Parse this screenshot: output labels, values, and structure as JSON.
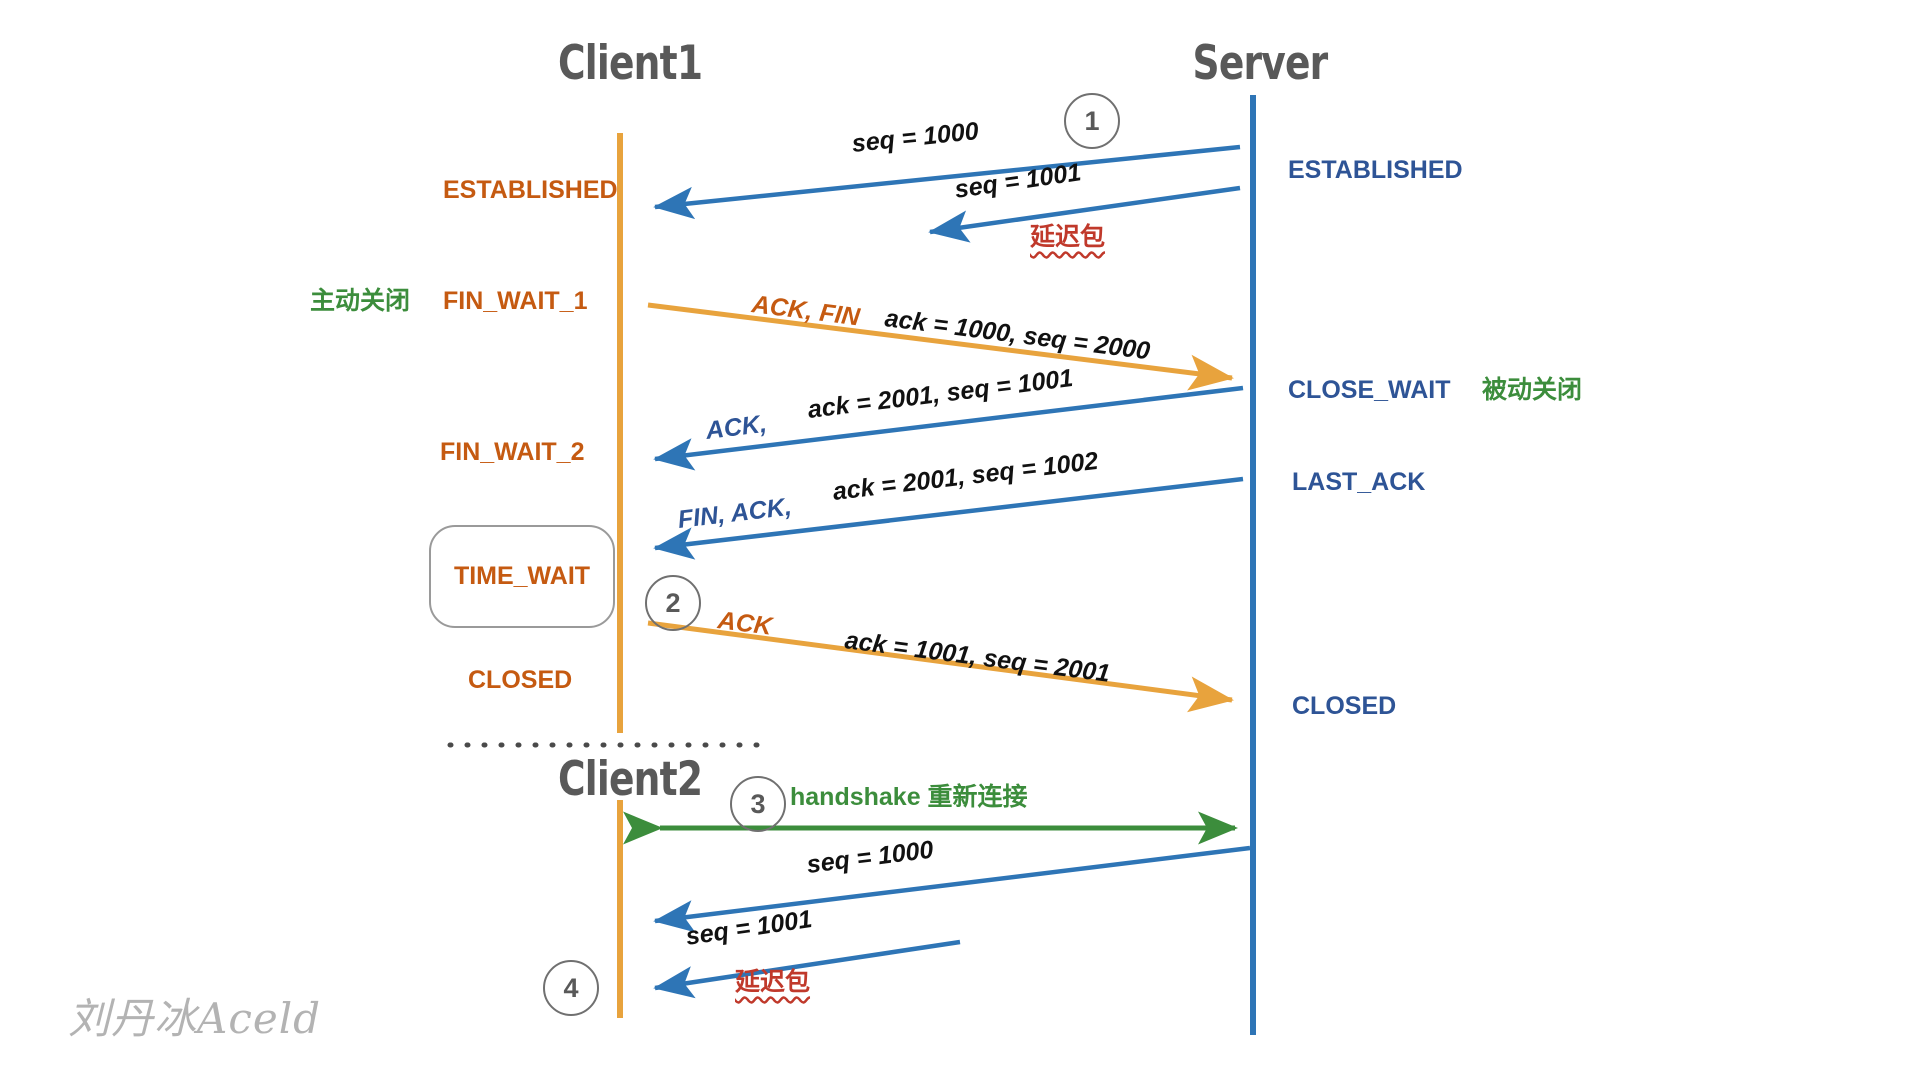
{
  "diagram": {
    "title_client1": "Client1",
    "title_server": "Server",
    "title_client2": "Client2",
    "watermark": "刘丹冰Aceld"
  },
  "colors": {
    "client_lifeline": "#E8A33D",
    "server_lifeline": "#2E75B6",
    "blue_arrow": "#2E75B6",
    "orange_arrow": "#E8A33D",
    "green_arrow": "#3C8D3C",
    "state_orange": "#C55A11",
    "state_blue": "#2E5496",
    "chinese_green": "#3C8D3C",
    "chinese_red": "#C0392B",
    "title_gray": "#595959"
  },
  "step_markers": [
    {
      "id": "step-1",
      "label": "1"
    },
    {
      "id": "step-2",
      "label": "2"
    },
    {
      "id": "step-3",
      "label": "3"
    },
    {
      "id": "step-4",
      "label": "4"
    }
  ],
  "client_states": [
    {
      "id": "client-established",
      "label": "ESTABLISHED"
    },
    {
      "id": "client-fin-wait-1",
      "label": "FIN_WAIT_1"
    },
    {
      "id": "client-fin-wait-2",
      "label": "FIN_WAIT_2"
    },
    {
      "id": "client-time-wait",
      "label": "TIME_WAIT"
    },
    {
      "id": "client-closed",
      "label": "CLOSED"
    }
  ],
  "server_states": [
    {
      "id": "server-established",
      "label": "ESTABLISHED"
    },
    {
      "id": "server-close-wait",
      "label": "CLOSE_WAIT"
    },
    {
      "id": "server-last-ack",
      "label": "LAST_ACK"
    },
    {
      "id": "server-closed",
      "label": "CLOSED"
    }
  ],
  "annotations": {
    "active_close": "主动关闭",
    "passive_close": "被动关闭",
    "delayed_packet_top": "延迟包",
    "delayed_packet_bottom": "延迟包",
    "handshake": "handshake 重新连接"
  },
  "messages": [
    {
      "id": "msg-seq-1000-top",
      "flags": "",
      "detail": "seq = 1000"
    },
    {
      "id": "msg-seq-1001-top",
      "flags": "",
      "detail": "seq = 1001"
    },
    {
      "id": "msg-ack-fin",
      "flags": "ACK, FIN",
      "detail": "ack = 1000, seq = 2000"
    },
    {
      "id": "msg-ack-2001-1001",
      "flags": "ACK,",
      "detail": "ack = 2001, seq = 1001"
    },
    {
      "id": "msg-fin-ack",
      "flags": "FIN, ACK,",
      "detail": "ack = 2001, seq = 1002"
    },
    {
      "id": "msg-ack-1001-2001",
      "flags": "ACK",
      "detail": "ack = 1001, seq = 2001"
    },
    {
      "id": "msg-seq-1000-bot",
      "flags": "",
      "detail": "seq = 1000"
    },
    {
      "id": "msg-seq-1001-bot",
      "flags": "",
      "detail": "seq = 1001"
    }
  ]
}
